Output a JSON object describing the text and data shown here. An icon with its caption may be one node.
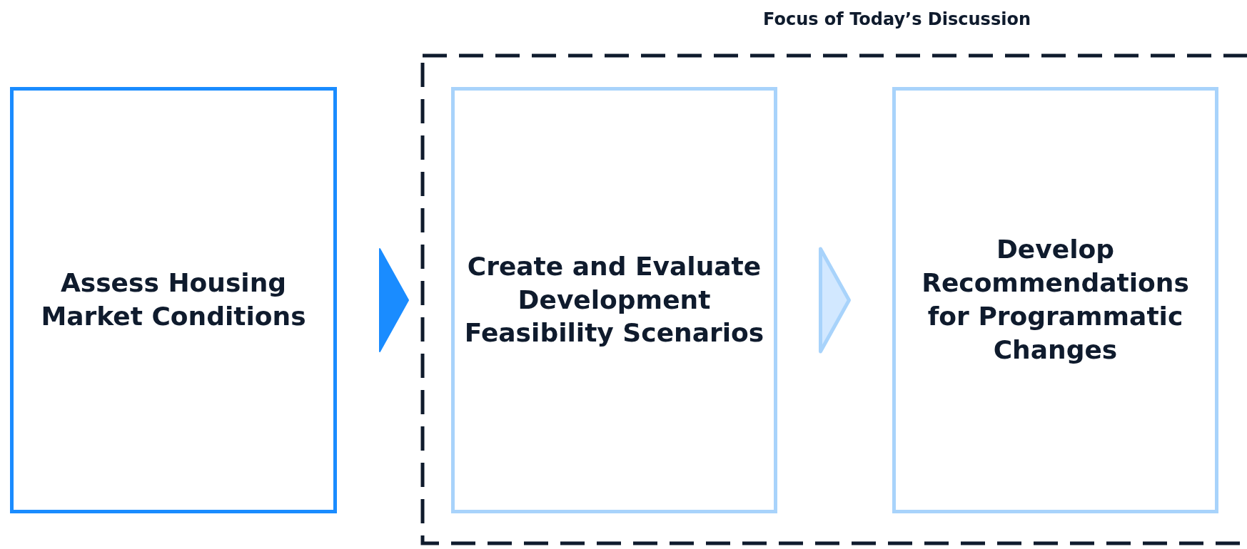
{
  "diagram": {
    "nodes": [
      {
        "text": [
          "Assess Housing Market Conditions"
        ]
      },
      {
        "text": [
          "Focus of Today’s Discussion"
        ]
      },
      {
        "text": [
          "Create and Evaluate Development Feasibility Scenarios"
        ],
        "in": 1
      },
      {
        "text": [
          "Develop Recommendations for Programmatic Changes"
        ],
        "in": 1
      }
    ],
    "edges": [
      {
        "from": 0,
        "to": 2,
        "arrow": "to",
        "color": "#1a8cff"
      },
      {
        "from": 2,
        "to": 3,
        "arrow": "to",
        "color": "#a8d3fb"
      }
    ]
  }
}
